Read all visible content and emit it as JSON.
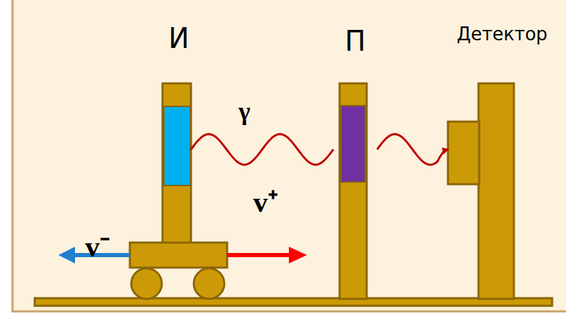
{
  "diagram": {
    "nodes": [
      {
        "text": [
          "И"
        ]
      },
      {
        "text": [
          "П"
        ]
      },
      {
        "text": [
          "Детектор"
        ]
      }
    ],
    "edges": [
      {
        "from": 0,
        "to": 1,
        "label": "γ",
        "arrow": "none"
      },
      {
        "from": 1,
        "to": 2,
        "arrow": "to"
      }
    ],
    "labels": [
      "v⁻",
      "v⁺"
    ]
  }
}
